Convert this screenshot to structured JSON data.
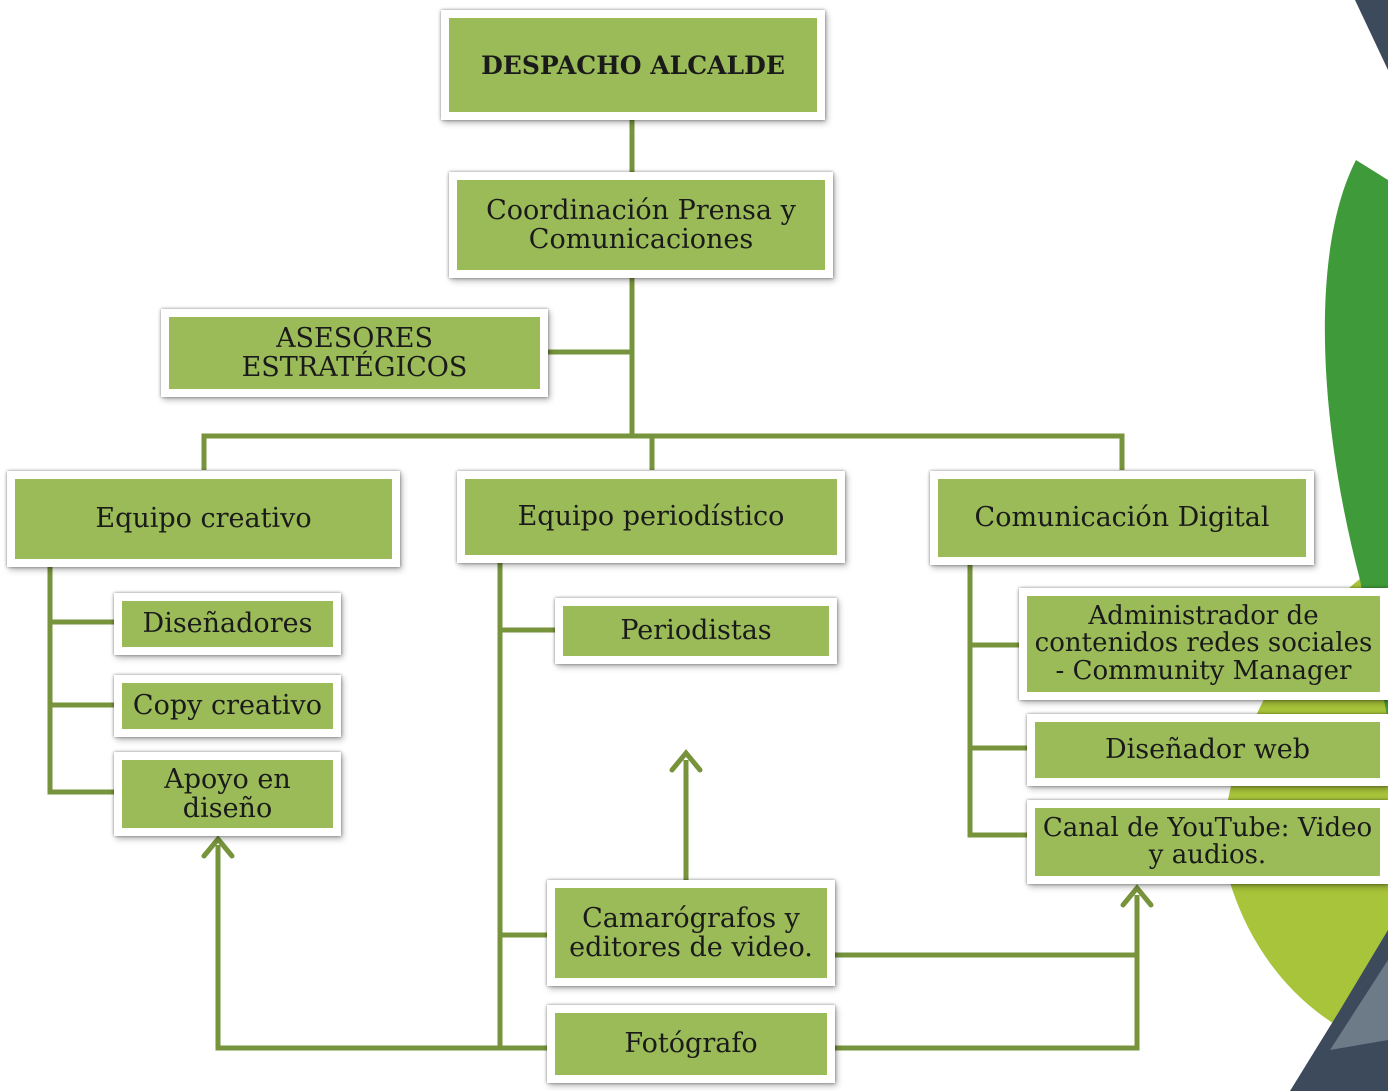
{
  "colors": {
    "box_fill": "#9bbb59",
    "connector": "#77933c",
    "decor_dark_green": "#3f9a3a",
    "decor_light_green": "#a8c43a",
    "decor_photo": "#3c4a5c"
  },
  "nodes": {
    "despacho": "DESPACHO ALCALDE",
    "coordinacion": "Coordinación Prensa  y\nComunicaciones",
    "asesores": "ASESORES ESTRATÉGICOS",
    "equipo_creativo": "Equipo creativo",
    "equipo_periodistico": "Equipo periodístico",
    "comunicacion_digital": "Comunicación Digital",
    "disenadores": "Diseñadores",
    "copy_creativo": "Copy creativo",
    "apoyo_diseno": "Apoyo en\ndiseño",
    "periodistas": "Periodistas",
    "community_manager": "Administrador de\ncontenidos redes sociales\n- Community Manager",
    "disenador_web": "Diseñador web",
    "youtube": "Canal de YouTube: Video\ny audios.",
    "camarografos": "Camarógrafos y\neditores de video.",
    "fotografo": "Fotógrafo"
  }
}
